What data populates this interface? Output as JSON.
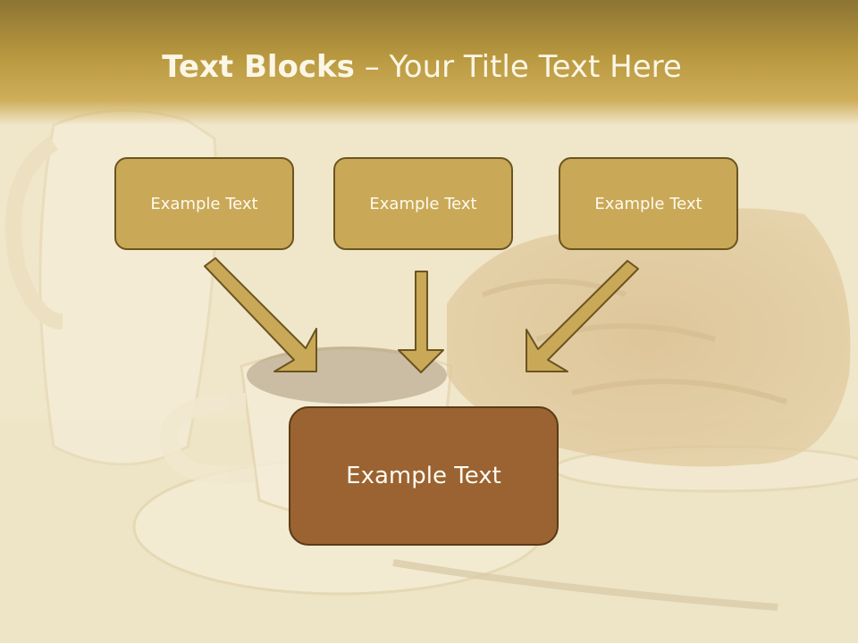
{
  "title": {
    "bold": "Text Blocks",
    "dash": " – ",
    "rest": "Your Title Text Here"
  },
  "blocks": [
    {
      "label": "Example Text"
    },
    {
      "label": "Example Text"
    },
    {
      "label": "Example Text"
    }
  ],
  "main_block": {
    "label": "Example Text"
  },
  "colors": {
    "title_band": "#b8983f",
    "block_fill": "#c9a957",
    "block_border": "#6b5420",
    "main_block_fill": "#9a6331",
    "arrow_fill": "#c9a957"
  }
}
